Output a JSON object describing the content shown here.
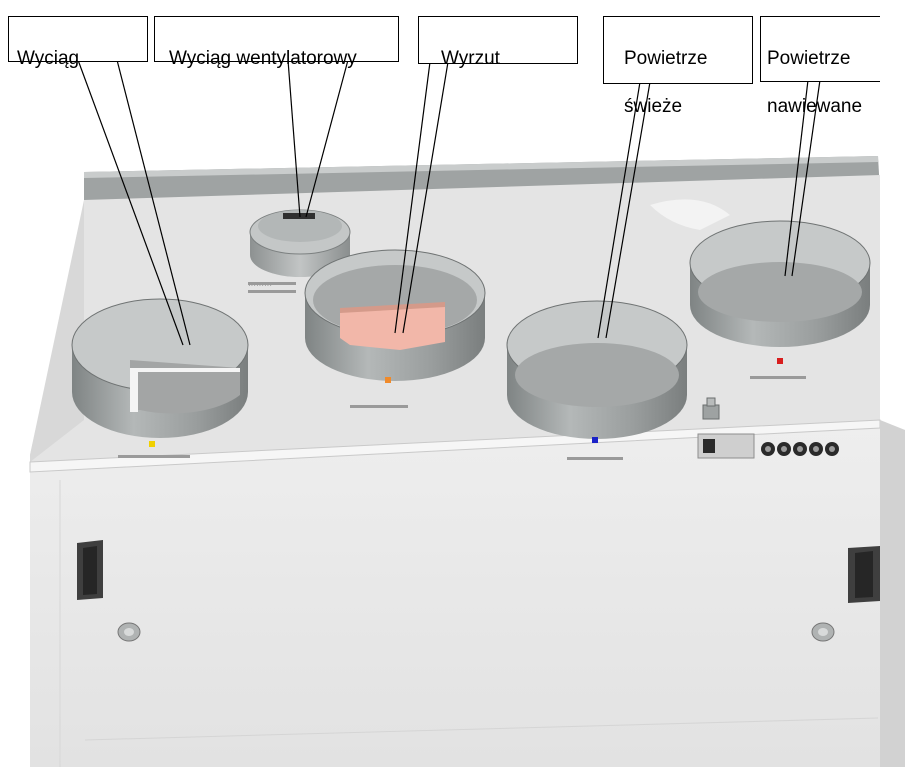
{
  "callouts": [
    {
      "name": "callout-wyciag",
      "text": "Wyciąg"
    },
    {
      "name": "callout-wyciag-wentylatorowy",
      "text": "Wyciąg wentylatorowy"
    },
    {
      "name": "callout-wyrzut",
      "text": "Wyrzut"
    },
    {
      "name": "callout-powietrze-swieze",
      "line1": "Powietrze",
      "line2": "świeże"
    },
    {
      "name": "callout-powietrze-nawiewane",
      "line1": "Powietrze",
      "line2": "nawiewane"
    }
  ],
  "colors": {
    "unit_body": "#ebebeb",
    "top_panel": "#e4e4e4",
    "bracket": "#9fa3a3",
    "duct_metal": "#a6aaaa",
    "duct_inner": "#9b9d9d",
    "exhaust_highlight": "#f2b7a9",
    "marker_yellow": "#f0d000",
    "marker_orange": "#f08a2a",
    "marker_blue": "#1a22c8",
    "marker_red": "#d81d1d"
  }
}
